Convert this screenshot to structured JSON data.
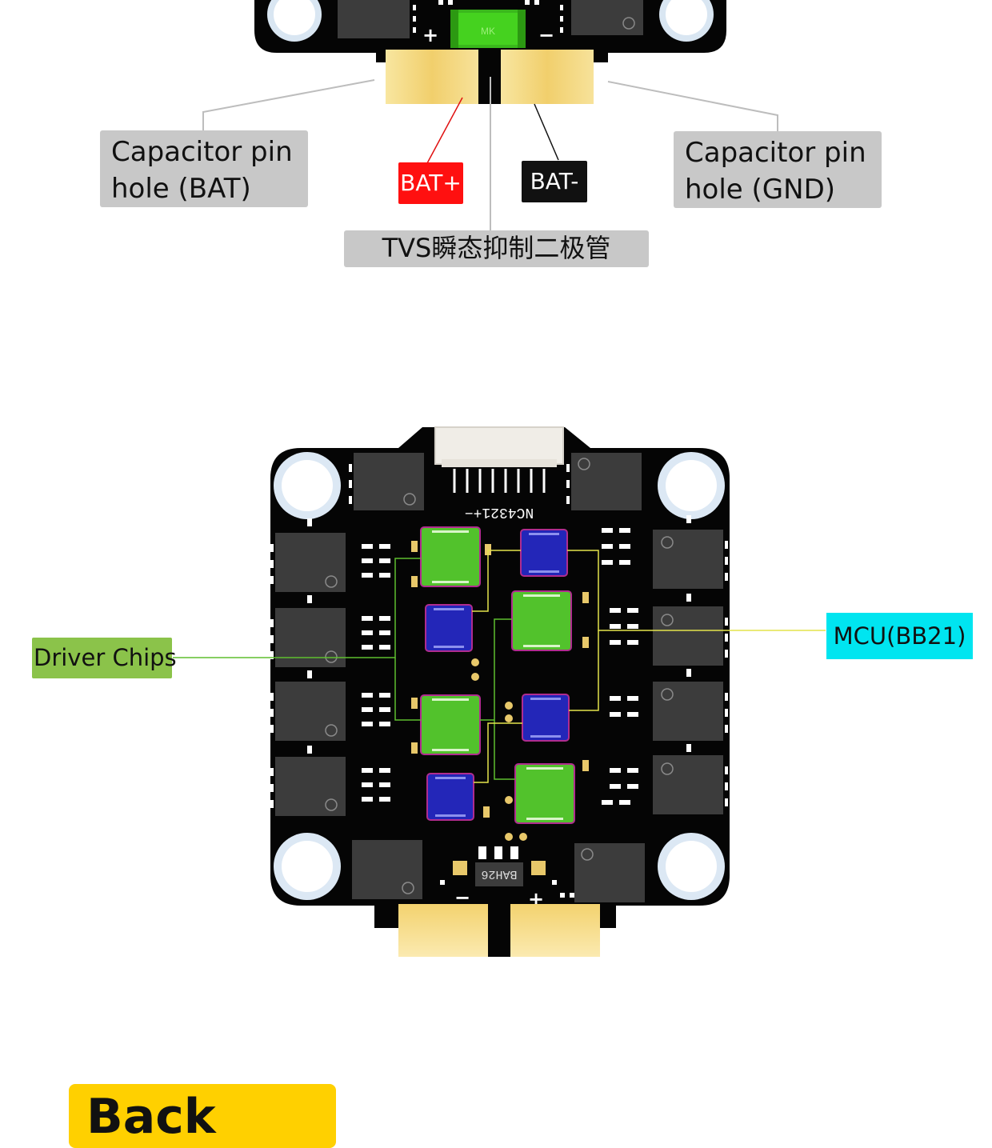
{
  "top_diagram": {
    "capacitor_bat_label": [
      "Capacitor pin",
      "hole (BAT)"
    ],
    "capacitor_gnd_label": [
      "Capacitor pin",
      "hole (GND)"
    ],
    "bat_plus": "BAT+",
    "bat_minus": "BAT-",
    "tvs_label": "TVS瞬态抑制二极管",
    "tvs_chip_mark": "MK",
    "pad_plus": "+",
    "pad_minus": "−"
  },
  "bottom_diagram": {
    "connector_pins": "NC4321+−",
    "driver_label": "Driver Chips",
    "mcu_label": "MCU(BB21)",
    "chip_mark": "BAH26",
    "pad_minus": "−",
    "pad_plus": "+"
  },
  "banner": {
    "text": "Back"
  },
  "colors": {
    "board": "#050505",
    "mosfet": "#3c3c3c",
    "gold_pad": "#f3d57a",
    "driver_chip": "#52c22c",
    "mcu_chip": "#2326b8",
    "label_gray": "#c8c8c8",
    "bat_plus": "#ff1010",
    "mcu_cyan": "#00e5f0",
    "driver_green": "#8bc34a",
    "banner_yellow": "#ffd000"
  }
}
